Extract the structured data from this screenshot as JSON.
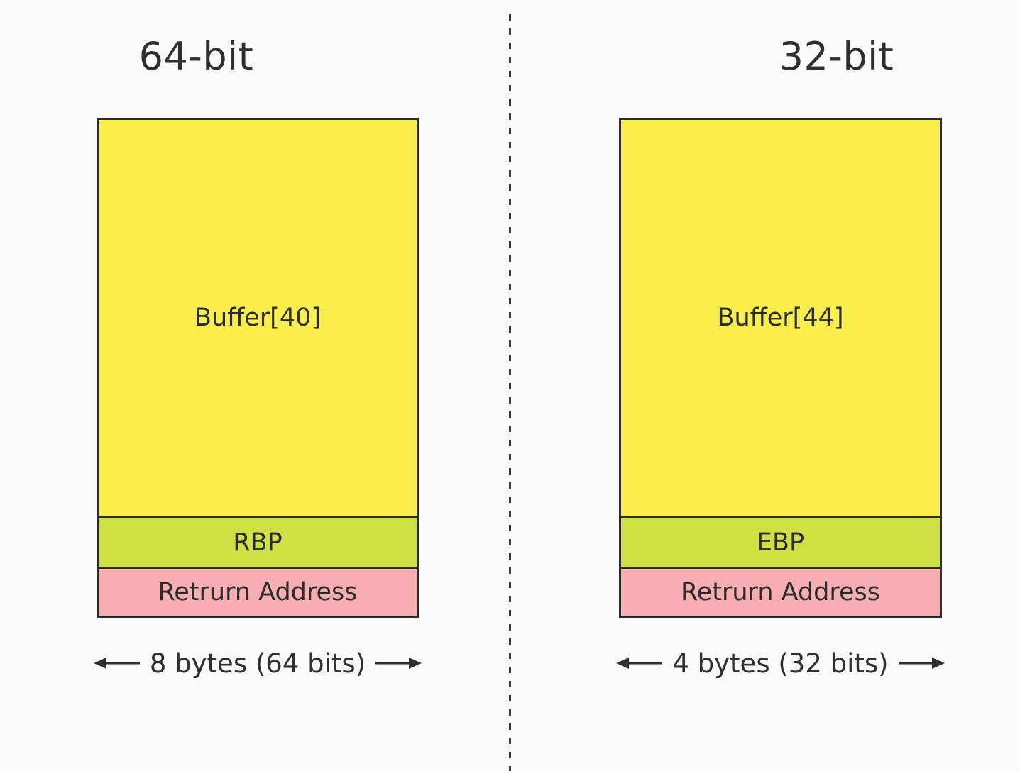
{
  "background_color": "#fafafa",
  "colors": {
    "buffer_fill": "#faee4a",
    "base_pointer_fill": "#cde242",
    "return_address_fill": "#f9aeb1",
    "border": "#2b2b2b",
    "text": "#2f2f2f",
    "divider": "#3a3a3a"
  },
  "divider": {
    "icon": "dashed-vertical-line",
    "style": "dashed"
  },
  "panels": [
    {
      "id": "x64",
      "title": "64-bit",
      "stack_cells": [
        {
          "name": "buffer",
          "label": "Buffer[40]",
          "fill": "#faee4a"
        },
        {
          "name": "base-pointer",
          "label": "RBP",
          "fill": "#cde242"
        },
        {
          "name": "return-address",
          "label": "Retrurn Address",
          "fill": "#f9aeb1"
        }
      ],
      "width_measure": {
        "label": "8 bytes (64 bits)",
        "bytes": 8,
        "bits": 64,
        "arrow_icon": "double-headed-horizontal-arrow"
      }
    },
    {
      "id": "x86",
      "title": "32-bit",
      "stack_cells": [
        {
          "name": "buffer",
          "label": "Buffer[44]",
          "fill": "#faee4a"
        },
        {
          "name": "base-pointer",
          "label": "EBP",
          "fill": "#cde242"
        },
        {
          "name": "return-address",
          "label": "Retrurn Address",
          "fill": "#f9aeb1"
        }
      ],
      "width_measure": {
        "label": "4 bytes (32 bits)",
        "bytes": 4,
        "bits": 32,
        "arrow_icon": "double-headed-horizontal-arrow"
      }
    }
  ]
}
